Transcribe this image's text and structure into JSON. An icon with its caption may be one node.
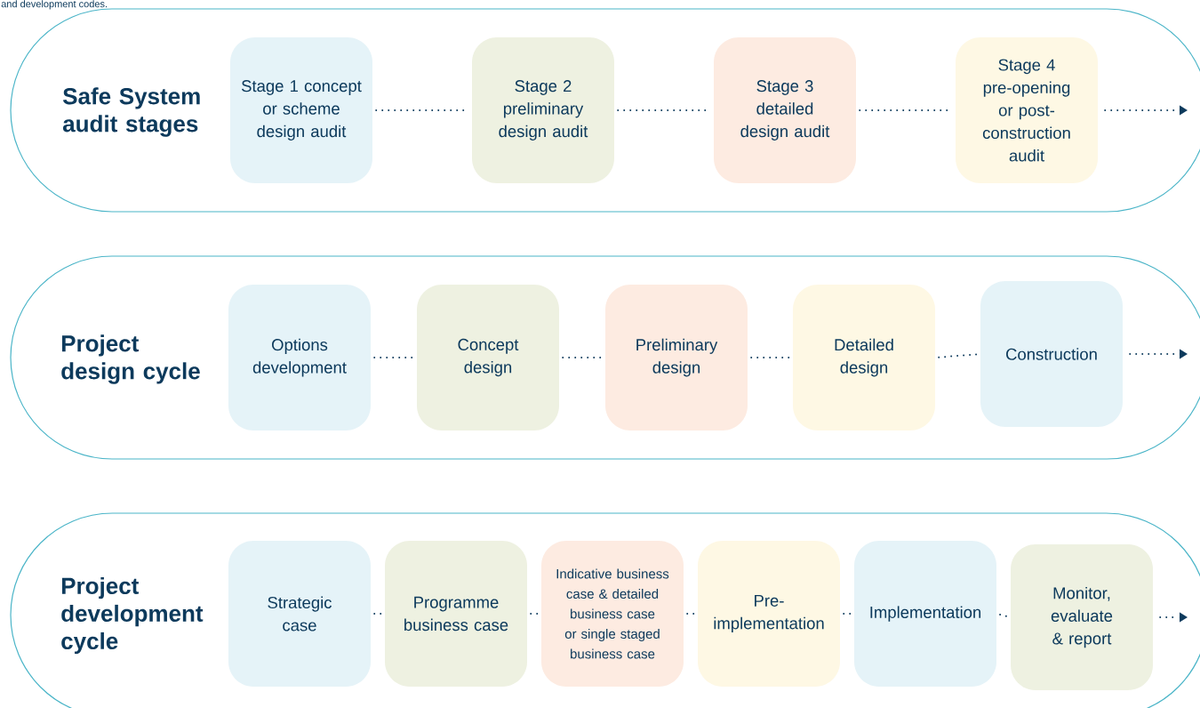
{
  "diagram": {
    "nodes": [
      {
        "text": [
          "Safe System audit stages"
        ]
      },
      {
        "text": [
          "Stage 1 concept or scheme design audit"
        ],
        "in": 0
      },
      {
        "text": [
          "Stage 2 preliminary design audit"
        ],
        "in": 0
      },
      {
        "text": [
          "Stage 3 detailed design audit"
        ],
        "in": 0
      },
      {
        "text": [
          "Stage 4 pre-opening or post-construction audit"
        ],
        "in": 0
      },
      {
        "text": [
          "Project design cycle"
        ]
      },
      {
        "text": [
          "Options development"
        ],
        "in": 5
      },
      {
        "text": [
          "Concept design"
        ],
        "in": 5
      },
      {
        "text": [
          "Preliminary design"
        ],
        "in": 5
      },
      {
        "text": [
          "Detailed design"
        ],
        "in": 5
      },
      {
        "text": [
          "Construction"
        ],
        "in": 5
      },
      {
        "text": [
          "Project development cycle"
        ]
      },
      {
        "text": [
          "Strategic case"
        ],
        "in": 11
      },
      {
        "text": [
          "Programme business case"
        ],
        "in": 11
      },
      {
        "text": [
          "Indicative business case & detailed business case or single staged business case"
        ],
        "in": 11
      },
      {
        "text": [
          "Pre-implementation"
        ],
        "in": 11
      },
      {
        "text": [
          "Implementation"
        ],
        "in": 11
      },
      {
        "text": [
          "Monitor, evaluate & report"
        ],
        "in": 11
      }
    ],
    "edges": [
      {
        "from": 1,
        "to": 2,
        "arrow": "none"
      },
      {
        "from": 2,
        "to": 3,
        "arrow": "none"
      },
      {
        "from": 3,
        "to": 4,
        "arrow": "none"
      },
      {
        "from": 4,
        "to": null,
        "arrow": "to"
      },
      {
        "from": 6,
        "to": 7,
        "arrow": "none"
      },
      {
        "from": 7,
        "to": 8,
        "arrow": "none"
      },
      {
        "from": 8,
        "to": 9,
        "arrow": "none"
      },
      {
        "from": 9,
        "to": 10,
        "arrow": "none"
      },
      {
        "from": 10,
        "to": null,
        "arrow": "to"
      },
      {
        "from": 12,
        "to": 13,
        "arrow": "none"
      },
      {
        "from": 13,
        "to": 14,
        "arrow": "none"
      },
      {
        "from": 14,
        "to": 15,
        "arrow": "none"
      },
      {
        "from": 15,
        "to": 16,
        "arrow": "none"
      },
      {
        "from": 16,
        "to": 17,
        "arrow": "none"
      },
      {
        "from": 17,
        "to": null,
        "arrow": "to"
      }
    ],
    "labels": [
      "and development codes."
    ]
  }
}
